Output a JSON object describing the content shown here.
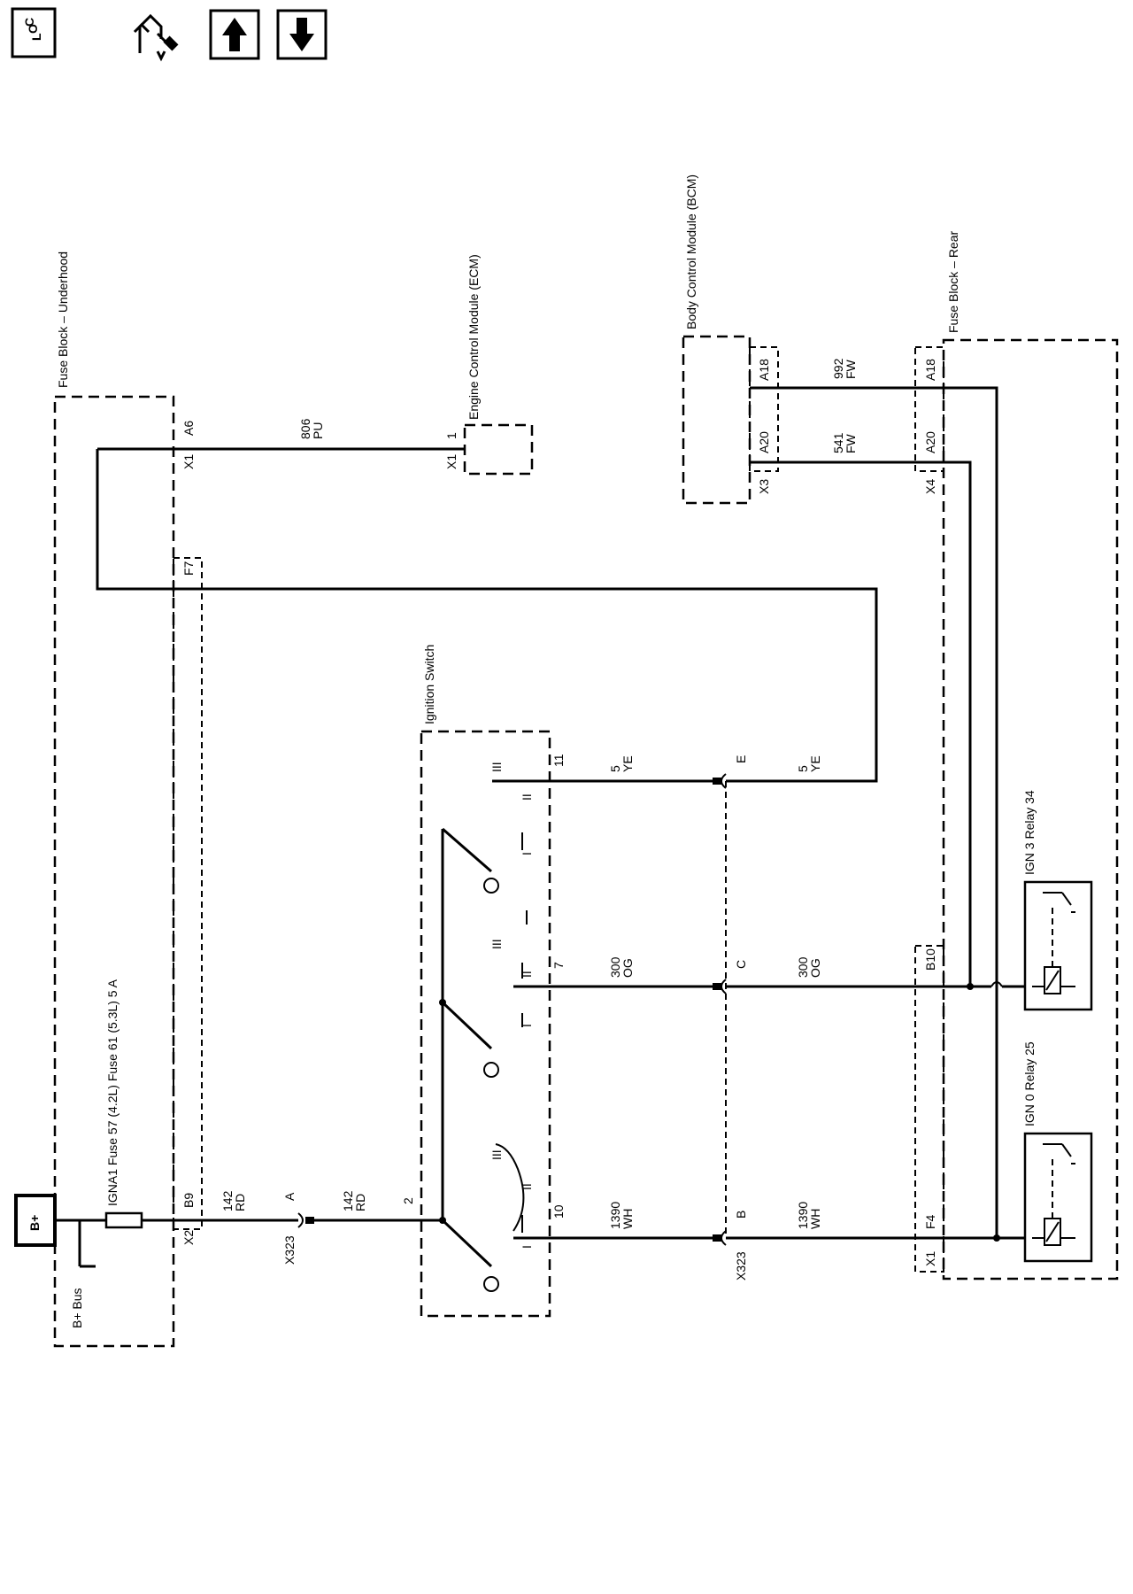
{
  "toolbar": {
    "loc_icon_text": "L O C",
    "icons": [
      "location-icon",
      "component-symbol-icon",
      "arrow-up-icon",
      "arrow-down-icon"
    ]
  },
  "components": {
    "fuse_block_underhood": "Fuse Block – Underhood",
    "ecm": "Engine Control Module (ECM)",
    "bcm": "Body Control Module (BCM)",
    "fuse_block_rear": "Fuse Block – Rear",
    "ignition_switch": "Ignition Switch",
    "relay_ign3": "IGN 3 Relay 34",
    "relay_ign0": "IGN 0 Relay 25",
    "bplus": "B+",
    "bplus_bus": "B+ Bus",
    "fuse": "IGNA1 Fuse 57 (4.2L) Fuse 61 (5.3L) 5 A"
  },
  "connectors": {
    "x1_a6": [
      "X1",
      "A6"
    ],
    "f7": "F7",
    "x2_b9": [
      "X2",
      "B9"
    ],
    "ecm_x1_1": [
      "X1",
      "1"
    ],
    "bcm_x3": "X3",
    "bcm_a18": "A18",
    "bcm_a20": "A20",
    "rear_x4": "X4",
    "rear_a18": "A18",
    "rear_a20": "A20",
    "rear_b10": "B10",
    "rear_x1": "X1",
    "rear_f4": "F4",
    "x323_a": [
      "X323",
      "A"
    ],
    "x323_b": [
      "X323",
      "B"
    ],
    "x323_c": "C",
    "x323_e": "E",
    "sw_pin_2": "2",
    "sw_pin_10": "10",
    "sw_pin_7": "7",
    "sw_pin_11": "11"
  },
  "wires": {
    "w806": [
      "806",
      "PU"
    ],
    "w992": [
      "992",
      "FW"
    ],
    "w541": [
      "541",
      "FW"
    ],
    "w142a": [
      "142",
      "RD"
    ],
    "w142b": [
      "142",
      "RD"
    ],
    "w1390a": [
      "1390",
      "WH"
    ],
    "w1390b": [
      "1390",
      "WH"
    ],
    "w300a": [
      "300",
      "OG"
    ],
    "w300b": [
      "300",
      "OG"
    ],
    "w5a": [
      "5",
      "YE"
    ],
    "w5b": [
      "5",
      "YE"
    ]
  },
  "switch_positions": {
    "top_set": [
      "III",
      "II",
      "I"
    ],
    "mid_set": [
      "III",
      "II",
      "I"
    ],
    "bot_set": [
      "III",
      "II",
      "I"
    ]
  }
}
